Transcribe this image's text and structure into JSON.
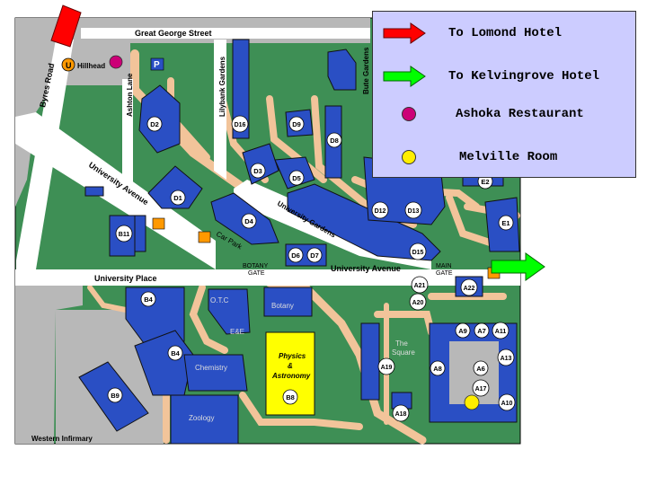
{
  "map": {
    "streets": {
      "great_george": "Great George Street",
      "byres": "Byres Road",
      "ashton": "Ashton Lane",
      "lilybank": "Lilybank Gardens",
      "bute": "Bute Gardens",
      "university_avenue_left": "University Avenue",
      "university_avenue_right": "University Avenue",
      "university_gardens": "University Gardens",
      "university_place": "University Place",
      "car_park": "Car Park",
      "western_infirmary": "Western Infirmary"
    },
    "gates": {
      "botany_line1": "BOTANY",
      "botany_line2": "GATE",
      "main_line1": "MAIN",
      "main_line2": "GATE"
    },
    "places": {
      "hillhead_badge": "U",
      "hillhead": "Hillhead",
      "parking": "P",
      "otc": "O.T.C",
      "eeb": "E&E",
      "botany": "Botany",
      "chemistry": "Chemistry",
      "zoology": "Zoology",
      "physics_line1": "Physics",
      "physics_line2": "&",
      "physics_line3": "Astronomy",
      "the_square_line1": "The",
      "the_square_line2": "Square"
    },
    "building_codes": {
      "D2": "D2",
      "D16": "D16",
      "D9": "D9",
      "D8": "D8",
      "D3": "D3",
      "D5": "D5",
      "D1": "D1",
      "D4": "D4",
      "D12": "D12",
      "D13": "D13",
      "D15": "D15",
      "D6": "D6",
      "D7": "D7",
      "B11": "B11",
      "E1": "E1",
      "E2": "E2",
      "A21": "A21",
      "A22": "A22",
      "A20": "A20",
      "B4a": "B4",
      "B4b": "B4",
      "B9": "B9",
      "B8": "B8",
      "A19": "A19",
      "A18": "A18",
      "A9": "A9",
      "A7": "A7",
      "A11": "A11",
      "A8": "A8",
      "A6": "A6",
      "A13": "A13",
      "A17": "A17",
      "A10": "A10"
    }
  },
  "legend": {
    "items": [
      {
        "label": "To Lomond Hotel",
        "symbol": "red-arrow",
        "color": "#ff0000"
      },
      {
        "label": "To Kelvingrove Hotel",
        "symbol": "green-arrow",
        "color": "#00ff00"
      },
      {
        "label": "Ashoka Restaurant",
        "symbol": "magenta-dot",
        "color": "#cc0077"
      },
      {
        "label": "Melville Room",
        "symbol": "yellow-dot",
        "color": "#ffee00"
      }
    ]
  },
  "colors": {
    "green": "#3e8f55",
    "building": "#2a4fc4",
    "path": "#f2c49a",
    "road": "#ffffff",
    "grey": "#b8b8b8",
    "physics": "#ffff00",
    "legend_bg": "#ccccff"
  }
}
